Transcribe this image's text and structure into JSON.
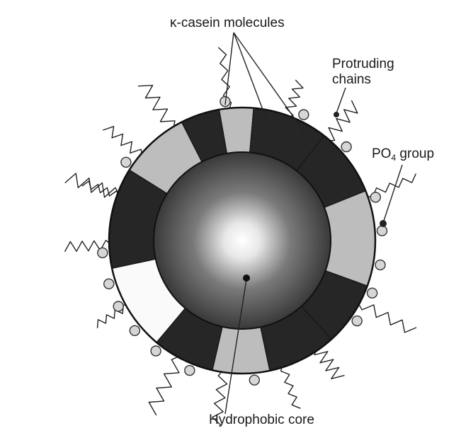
{
  "labels": {
    "kappa_casein": "κ-casein molecules",
    "protruding_line1": "Protruding",
    "protruding_line2": "chains",
    "po4_prefix": "PO",
    "po4_subscript": "4",
    "po4_suffix": " group",
    "core": "Hydrophobic core"
  },
  "colors": {
    "background": "#ffffff",
    "dark_segment": "#262626",
    "light_segment": "#bdbdbd",
    "white_segment": "#fafafa",
    "core_center": "#ffffff",
    "core_edge": "#2b2b2b",
    "ink": "#1a1a1a"
  }
}
